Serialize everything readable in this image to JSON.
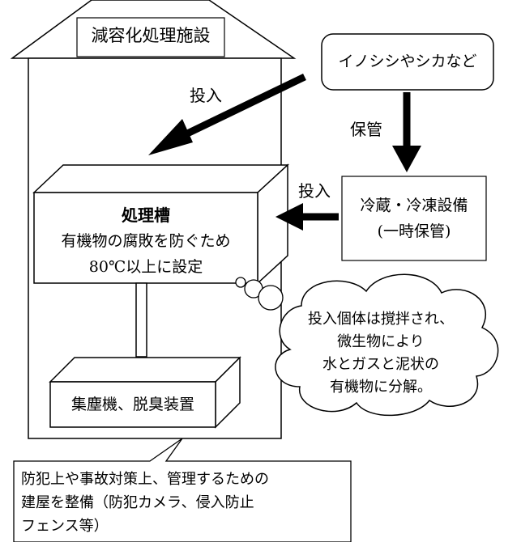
{
  "building": {
    "title": "減容化処理施設"
  },
  "source_box": {
    "text": "イノシシやシカなど"
  },
  "storage_box": {
    "line1": "冷蔵・冷凍設備",
    "line2": "(一時保管)"
  },
  "tank": {
    "title": "処理槽",
    "line1": "有機物の腐敗を防ぐため",
    "line2": "80℃以上に設定"
  },
  "collector": {
    "text": "集塵機、脱臭装置"
  },
  "arrows": {
    "store_label": "保管",
    "input_label_top": "投入",
    "input_label_mid": "投入"
  },
  "cloud": {
    "line1": "投入個体は撹拌され、",
    "line2": "微生物により",
    "line3": "水とガスと泥状の",
    "line4": "有機物に分解。"
  },
  "note": {
    "line1": "防犯上や事故対策上、管理するための",
    "line2": "建屋を整備（防犯カメラ、侵入防止",
    "line3": "フェンス等）"
  }
}
